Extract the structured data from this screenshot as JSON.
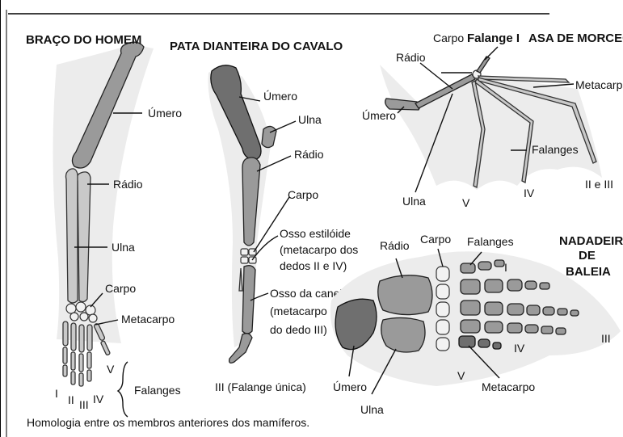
{
  "panels": {
    "human": {
      "title": "BRAÇO DO HOMEM",
      "labels": {
        "umero": "Úmero",
        "radio": "Rádio",
        "ulna": "Ulna",
        "carpo": "Carpo",
        "metacarpo": "Metacarpo",
        "falanges": "Falanges"
      },
      "digits": [
        "I",
        "II",
        "III",
        "IV",
        "V"
      ]
    },
    "horse": {
      "title": "PATA DIANTEIRA DO CAVALO",
      "labels": {
        "umero": "Úmero",
        "ulna": "Ulna",
        "radio": "Rádio",
        "carpo": "Carpo",
        "osso_estiloide": "Osso estilóide",
        "metacarpo_dos": "(metacarpo dos",
        "dedos": "dedos II e IV)",
        "osso_canela": "Osso da canela",
        "metacarpo": "(metacarpo",
        "dedo": "do dedo III)",
        "falange_unica": "III (Falange única)"
      }
    },
    "bat": {
      "title": "ASA DE MORCEGO",
      "labels": {
        "carpo": "Carpo",
        "falange1": "Falange I",
        "radio": "Rádio",
        "metacarpo": "Metacarpo",
        "umero": "Úmero",
        "falanges": "Falanges",
        "ii_iii": "II e III",
        "ulna": "Ulna",
        "v": "V",
        "iv": "IV"
      }
    },
    "whale": {
      "title_line1": "NADADEIRA",
      "title_line2": "DE",
      "title_line3": "BALEIA",
      "labels": {
        "radio": "Rádio",
        "carpo": "Carpo",
        "falanges": "Falanges",
        "i": "I",
        "iv": "IV",
        "iii": "III",
        "v": "V",
        "umero": "Úmero",
        "ulna": "Ulna",
        "metacarpo": "Metacarpo"
      }
    }
  },
  "caption": "Homologia entre os membros anteriores dos mamíferos."
}
